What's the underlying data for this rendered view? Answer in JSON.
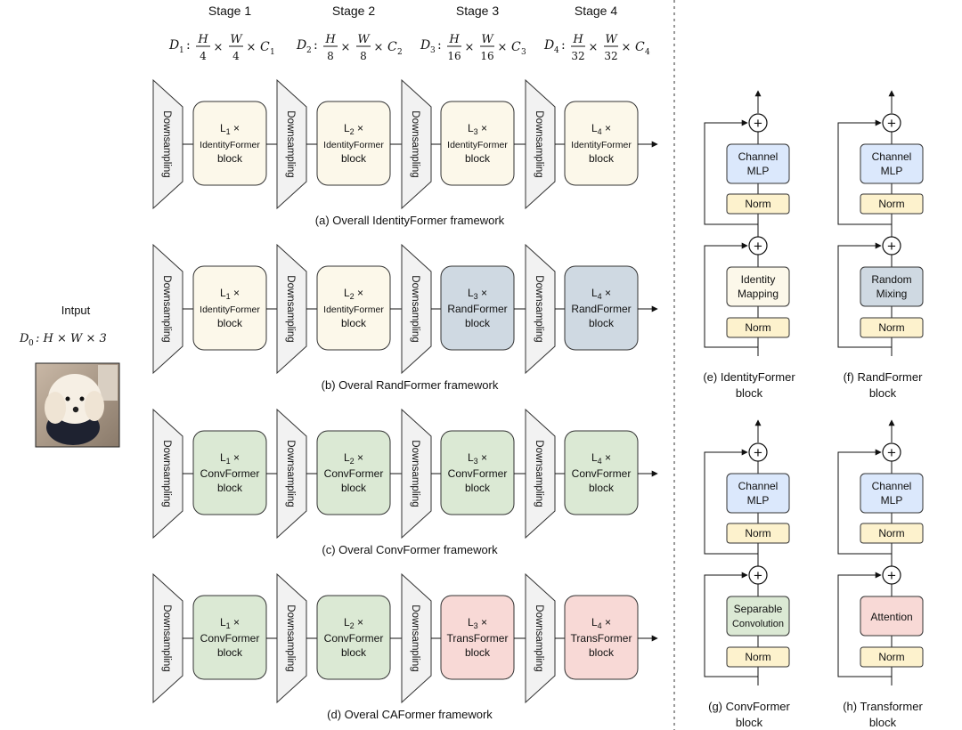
{
  "input": {
    "label": "Intput",
    "dim": {
      "sym": "D",
      "sub": "0",
      "expr": ": H × W × 3"
    }
  },
  "stages": [
    {
      "title": "Stage 1",
      "dim": {
        "sym": "D",
        "sub": "1",
        "den": "4",
        "ch": "1"
      }
    },
    {
      "title": "Stage 2",
      "dim": {
        "sym": "D",
        "sub": "2",
        "den": "8",
        "ch": "2"
      }
    },
    {
      "title": "Stage 3",
      "dim": {
        "sym": "D",
        "sub": "3",
        "den": "16",
        "ch": "3"
      }
    },
    {
      "title": "Stage 4",
      "dim": {
        "sym": "D",
        "sub": "4",
        "den": "32",
        "ch": "4"
      }
    }
  ],
  "math_symbols": {
    "H": "H",
    "W": "W",
    "times": "×",
    "colon": ":",
    "C": "C"
  },
  "downsample_label": "Downsampling",
  "block_word": "block",
  "layer_prefix": "L",
  "layer_times": "×",
  "colors": {
    "identity": "#fcf8ea",
    "rand": "#cfd9e2",
    "conv": "#dbe9d4",
    "trans": "#f8d9d6",
    "mlp": "#dbe8fc",
    "norm": "#fdf2cd",
    "mixer_identity": "#fcf8ea",
    "mixer_rand": "#cfd9e2",
    "mixer_conv": "#dbe9d4",
    "mixer_trans": "#f8d9d6",
    "downsample": "#f2f2f2",
    "stroke": "#333333"
  },
  "frameworks": [
    {
      "caption": "(a) Overall IdentityFormer framework",
      "blocks": [
        {
          "name": "IdentityFormer",
          "kind": "identity"
        },
        {
          "name": "IdentityFormer",
          "kind": "identity"
        },
        {
          "name": "IdentityFormer",
          "kind": "identity"
        },
        {
          "name": "IdentityFormer",
          "kind": "identity"
        }
      ]
    },
    {
      "caption": "(b) Overal RandFormer framework",
      "blocks": [
        {
          "name": "IdentityFormer",
          "kind": "identity"
        },
        {
          "name": "IdentityFormer",
          "kind": "identity"
        },
        {
          "name": "RandFormer",
          "kind": "rand"
        },
        {
          "name": "RandFormer",
          "kind": "rand"
        }
      ]
    },
    {
      "caption": "(c) Overal ConvFormer framework",
      "blocks": [
        {
          "name": "ConvFormer",
          "kind": "conv"
        },
        {
          "name": "ConvFormer",
          "kind": "conv"
        },
        {
          "name": "ConvFormer",
          "kind": "conv"
        },
        {
          "name": "ConvFormer",
          "kind": "conv"
        }
      ]
    },
    {
      "caption": "(d) Overal CAFormer framework",
      "blocks": [
        {
          "name": "ConvFormer",
          "kind": "conv"
        },
        {
          "name": "ConvFormer",
          "kind": "conv"
        },
        {
          "name": "TransFormer",
          "kind": "trans"
        },
        {
          "name": "TransFormer",
          "kind": "trans"
        }
      ]
    }
  ],
  "block_details": [
    {
      "caption": [
        "(e) IdentityFormer",
        "block"
      ],
      "mixer": [
        "Identity",
        "Mapping"
      ],
      "mixer_kind": "mixer_identity"
    },
    {
      "caption": [
        "(f) RandFormer",
        "block"
      ],
      "mixer": [
        "Random",
        "Mixing"
      ],
      "mixer_kind": "mixer_rand"
    },
    {
      "caption": [
        "(g) ConvFormer",
        "block"
      ],
      "mixer": [
        "Separable",
        "Convolution"
      ],
      "mixer_kind": "mixer_conv"
    },
    {
      "caption": [
        "(h) Transformer",
        "block"
      ],
      "mixer": [
        "Attention"
      ],
      "mixer_kind": "mixer_trans"
    }
  ],
  "channel_mlp": [
    "Channel",
    "MLP"
  ],
  "norm_label": "Norm",
  "plus_symbol": "+"
}
